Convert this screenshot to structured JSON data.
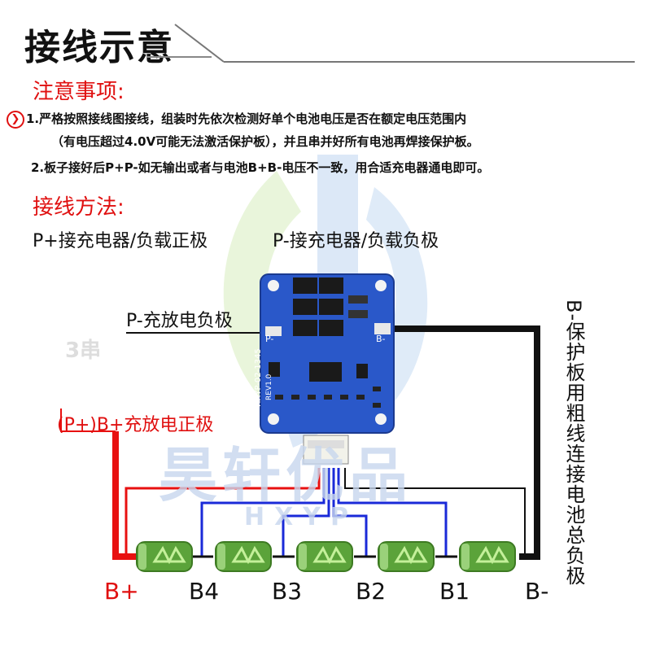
{
  "title": "接线示意",
  "notice": {
    "heading": "注意事项:",
    "line1": "1.严格按照接线图接线，组装时先依次检测好单个电池电压是否在额定电压范围内",
    "line1b": "（有电压超过4.0V可能无法激活保护板），并且串并好所有电池再焊接保护板。",
    "line2": "2.板子接好后P+P-如无输出或者与电池B+B-电压不一致，用合适充电器通电即可。"
  },
  "method": {
    "heading": "接线方法:",
    "p_plus": "P+接充电器/负载正极",
    "p_minus": "P-接充电器/负载负极"
  },
  "diagram": {
    "p_minus_label": "P-充放电负极",
    "bplus_label": "(P+)B+充放电正极",
    "bminus_vertical": "B-保护板用粗线连接电池总负极",
    "pcb_pad_left": "P-",
    "pcb_pad_right": "B-",
    "pcb_silk": "HXYP-02-1345",
    "pcb_rev": "REV1.0",
    "ghost_text": "3串",
    "nodes": [
      "B+",
      "B4",
      "B3",
      "B2",
      "B1",
      "B-"
    ]
  },
  "watermark": {
    "brand": "昊轩优品",
    "latin": "HXYP"
  },
  "colors": {
    "red_wire": "#e81010",
    "blue_wire": "#1a2ad8",
    "black_wire": "#111111",
    "pcb_blue": "#2a58c9",
    "battery_green": "#5ba33a"
  }
}
